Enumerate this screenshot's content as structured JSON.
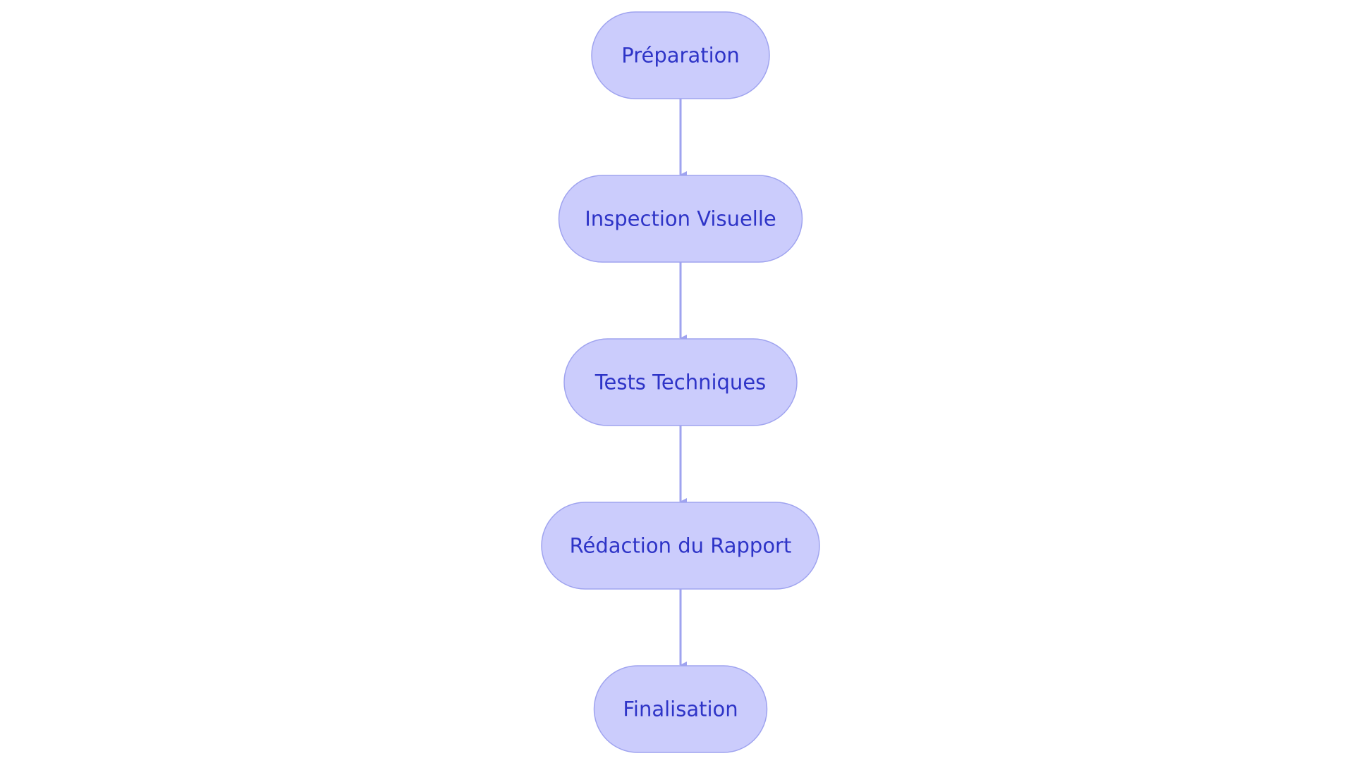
{
  "diagram": {
    "type": "flowchart",
    "direction": "top-to-bottom",
    "colors": {
      "node_fill": "#CBCCFC",
      "node_stroke": "#9FA3EF",
      "node_text": "#2E34C7",
      "edge": "#9FA3EF",
      "background": "#FFFFFF"
    },
    "nodes": [
      {
        "id": "preparation",
        "label": "Préparation"
      },
      {
        "id": "inspection",
        "label": "Inspection Visuelle"
      },
      {
        "id": "tests",
        "label": "Tests Techniques"
      },
      {
        "id": "redaction",
        "label": "Rédaction du Rapport"
      },
      {
        "id": "finalisation",
        "label": "Finalisation"
      }
    ],
    "edges": [
      {
        "from": "preparation",
        "to": "inspection"
      },
      {
        "from": "inspection",
        "to": "tests"
      },
      {
        "from": "tests",
        "to": "redaction"
      },
      {
        "from": "redaction",
        "to": "finalisation"
      }
    ]
  }
}
